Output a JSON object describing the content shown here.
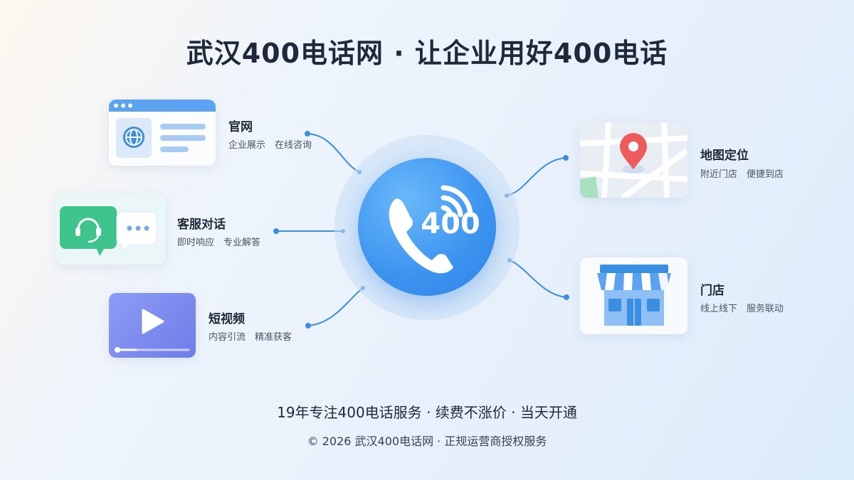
{
  "header": {
    "title": "武汉400电话网 · 让企业用好400电话"
  },
  "hub": {
    "number": "400"
  },
  "features": {
    "website": {
      "title": "官网",
      "subtitle": "企业展示　在线咨询"
    },
    "chat": {
      "title": "客服对话",
      "subtitle": "即时响应　专业解答"
    },
    "video": {
      "title": "短视频",
      "subtitle": "内容引流　精准获客"
    },
    "map": {
      "title": "地图定位",
      "subtitle": "附近门店　便捷到店"
    },
    "store": {
      "title": "门店",
      "subtitle": "线上线下　服务联动"
    }
  },
  "footer": {
    "tagline": "19年专注400电话服务 · 续费不涨价 · 当天开通",
    "copyright": "© 2026 武汉400电话网 · 正规运营商授权服务"
  },
  "colors": {
    "primary": "#3b93ef",
    "accent_green": "#3fc48e",
    "accent_red": "#ef5b5b",
    "video_purple": "#7f8cf0"
  }
}
